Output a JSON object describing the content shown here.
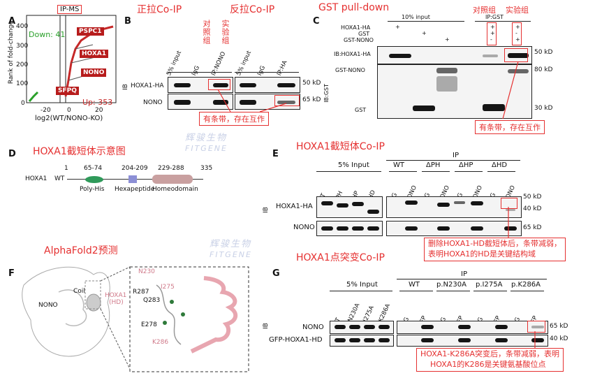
{
  "panels": {
    "A": "A",
    "B": "B",
    "C": "C",
    "D": "D",
    "E": "E",
    "F": "F",
    "G": "G"
  },
  "panel_titles": {
    "B_forward": "正拉Co-IP",
    "B_reverse": "反拉Co-IP",
    "C": "GST pull-down",
    "D": "HOXA1截短体示意图",
    "E": "HOXA1截短体Co-IP",
    "F": "AlphaFold2预测",
    "G": "HOXA1点突变Co-IP"
  },
  "panel_a": {
    "title": "IP-MS",
    "down_label": "Down: 41",
    "up_label": "Up: 353",
    "ylabel": "Rank of fold-change",
    "xlabel": "log2(WT/NONO-KO)",
    "xticks": [
      "-20",
      "0",
      "20"
    ],
    "yticks": [
      "0",
      "100",
      "200",
      "300",
      "400"
    ],
    "highlights": [
      "PSPC1",
      "HOXA1",
      "NONO",
      "SFPQ"
    ]
  },
  "panel_b": {
    "groups": {
      "control": "对照组",
      "experiment": "实验组"
    },
    "lanes": [
      "5% input",
      "IgG",
      "IP:NONO",
      "5% input",
      "IgG",
      "IP:HA"
    ],
    "rows": [
      "HOXA1-HA",
      "NONO"
    ],
    "ib": "IB",
    "mw": [
      "50 kD",
      "65 kD"
    ],
    "note": "有条带，存在互作"
  },
  "panel_c": {
    "header_input": "10% input",
    "header_ip": "IP:GST",
    "groups": {
      "control": "对照组",
      "experiment": "实验组"
    },
    "rows": [
      "HOXA1-HA",
      "GST",
      "GST-NONO"
    ],
    "signs": [
      [
        "+",
        "",
        ""
      ],
      [
        "",
        "+",
        ""
      ],
      [
        "",
        "",
        "+"
      ]
    ],
    "ip_signs": [
      [
        "+",
        "+"
      ],
      [
        "+",
        "-"
      ],
      [
        "-",
        "+"
      ]
    ],
    "blot_labels": [
      "IB:HOXA1-HA",
      "IB:GST"
    ],
    "inner_labels": [
      "GST-NONO",
      "GST"
    ],
    "mw": [
      "50 kD",
      "80 kD",
      "30 kD"
    ],
    "note": "有条带，存在互作"
  },
  "panel_d": {
    "protein": "HOXA1",
    "variant": "WT",
    "start": "1",
    "end": "335",
    "domains": [
      {
        "range": "65-74",
        "name": "Poly-His",
        "color": "#2f9a5a"
      },
      {
        "range": "204-209",
        "name": "Hexapeptide",
        "color": "#8c8fd6"
      },
      {
        "range": "229-288",
        "name": "Homeodomain",
        "color": "#c9a0a0"
      }
    ]
  },
  "panel_e": {
    "header_input": "5% Input",
    "header_ip": "IP",
    "input_lanes": [
      "WT",
      "ΔPH",
      "ΔHP",
      "ΔHD"
    ],
    "ip_groups": [
      "WT",
      "ΔPH",
      "ΔHP",
      "ΔHD"
    ],
    "ip_lanes": [
      "IgG",
      "NONO"
    ],
    "rows": [
      "HOXA1-HA",
      "NONO"
    ],
    "ib": "IB",
    "mw": [
      "50 kD",
      "40 kD",
      "65 kD"
    ],
    "note_line1": "删除HOXA1-HD截短体后，条带减弱，",
    "note_line2": "表明HOXA1的HD是关键结构域"
  },
  "panel_f": {
    "labels": [
      "Coil",
      "NONO",
      "HOXA1",
      "(HD)",
      "N230",
      "I275",
      "R287",
      "Q283",
      "E278",
      "K286"
    ]
  },
  "panel_g": {
    "header_input": "5% Input",
    "header_ip": "IP",
    "input_lanes": [
      "WT",
      "p.N230A",
      "p.I275A",
      "p.K286A"
    ],
    "ip_groups": [
      "WT",
      "p.N230A",
      "p.I275A",
      "p.K286A"
    ],
    "ip_lanes": [
      "IgG",
      "GFP"
    ],
    "rows": [
      "NONO",
      "GFP-HOXA1-HD"
    ],
    "ib": "IB",
    "mw": [
      "65 kD",
      "40 kD"
    ],
    "note_line1": "HOXA1-K286A突变后，条带减弱，表明",
    "note_line2": "HOXA1的K286是关键氨基酸位点"
  },
  "watermark": {
    "cn": "辉骏生物",
    "en": "FITGENE"
  },
  "colors": {
    "annotation": "#e53030",
    "down": "#2aa02a",
    "up": "#c62828"
  }
}
